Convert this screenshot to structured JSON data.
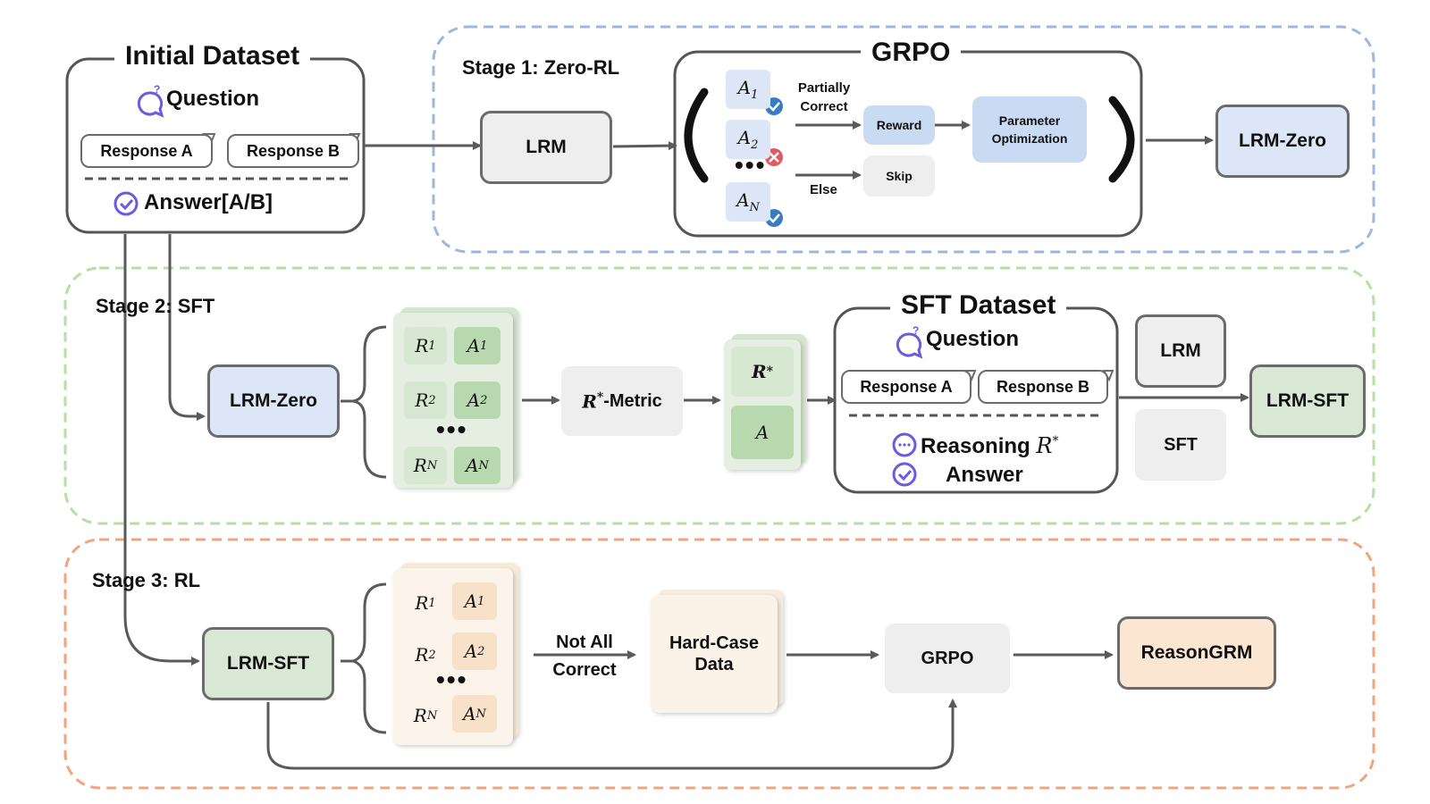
{
  "initial_dataset": {
    "title": "Initial Dataset",
    "question": "Question",
    "response_a": "Response A",
    "response_b": "Response B",
    "answer": "Answer[A/B]"
  },
  "stage1": {
    "label": "Stage 1: Zero-RL",
    "lrm": "LRM",
    "grpo_title": "GRPO",
    "partially_correct": "Partially\nCorrect",
    "else": "Else",
    "reward": "Reward",
    "skip": "Skip",
    "parameter_optimization": "Parameter\nOptimization",
    "output": "LRM-Zero",
    "samples": [
      "A1",
      "A2",
      "AN"
    ],
    "sample_status": [
      "correct",
      "wrong",
      "correct"
    ]
  },
  "stage2": {
    "label": "Stage 2: SFT",
    "input": "LRM-Zero",
    "rows": [
      {
        "r": "R",
        "r_sub": "1",
        "a": "A",
        "a_sub": "1"
      },
      {
        "r": "R",
        "r_sub": "2",
        "a": "A",
        "a_sub": "2"
      },
      {
        "r": "R",
        "r_sub": "N",
        "a": "A",
        "a_sub": "N"
      }
    ],
    "metric": "-Metric",
    "metric_symbol": "R*",
    "selected_r": "R*",
    "selected_a": "A",
    "sft_dataset_title": "SFT Dataset",
    "question": "Question",
    "response_a": "Response A",
    "response_b": "Response B",
    "reasoning": "Reasoning",
    "reasoning_symbol": "R*",
    "answer": "Answer",
    "lrm": "LRM",
    "sft": "SFT",
    "output": "LRM-SFT"
  },
  "stage3": {
    "label": "Stage 3: RL",
    "input": "LRM-SFT",
    "rows": [
      {
        "r": "R",
        "r_sub": "1",
        "a": "A",
        "a_sub": "1",
        "status": "correct"
      },
      {
        "r": "R",
        "r_sub": "2",
        "a": "A",
        "a_sub": "2",
        "status": "wrong"
      },
      {
        "r": "R",
        "r_sub": "N",
        "a": "A",
        "a_sub": "N",
        "status": "wrong"
      }
    ],
    "filter": "Not All\nCorrect",
    "hard_case": "Hard-Case\nData",
    "grpo": "GRPO",
    "output": "ReasonGRM"
  },
  "colors": {
    "stage1_border": "#9db8dd",
    "stage2_border": "#b5e0a4",
    "stage3_border": "#f0a57f",
    "blue_fill": "#dce6f6",
    "green_fill": "#d8e8d5",
    "orange_fill": "#fbe6d2",
    "gray_fill": "#eeeeee",
    "check": "#3a7cc3",
    "cross": "#e05a63",
    "icon_purple": "#6a5be0"
  }
}
